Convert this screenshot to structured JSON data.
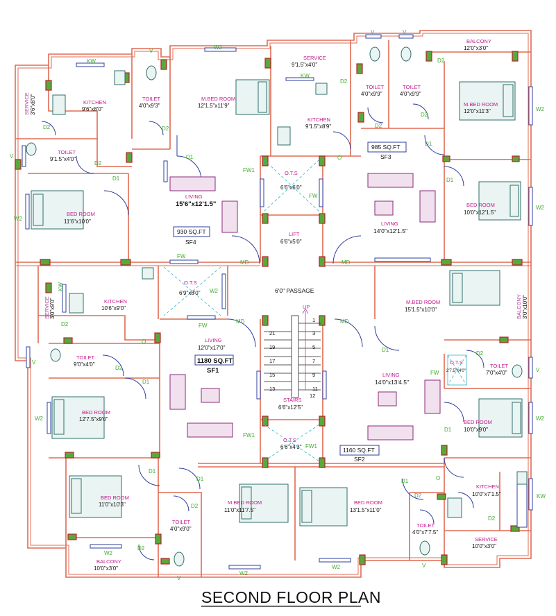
{
  "title": "SECOND FLOOR PLAN",
  "colors": {
    "wall": "#e06b53",
    "column": "#5aa83a",
    "window": "#2d3f9c",
    "room_label": "#c2188f",
    "opening_label": "#3fae2c",
    "ots": "#33b5c8"
  },
  "rooms": {
    "kw_top_left": "KW",
    "service_sf4": "SERVICE",
    "service_sf4_dim": "3'6\"x8'0\"",
    "kitchen_sf4": "KITCHEN",
    "kitchen_sf4_dim": "9'6\"x8'0\"",
    "toilet_sf4_a": "TOILET",
    "toilet_sf4_a_dim": "9'1.5\"x4'0\"",
    "toilet_sf4_b": "TOILET",
    "toilet_sf4_b_dim": "4'0\"x9'3\"",
    "mbed_sf4": "M.BED ROOM",
    "mbed_sf4_dim": "12'1.5\"x11'9\"",
    "bed_sf4": "BED ROOM",
    "bed_sf4_dim": "11'6\"x10'0\"",
    "living_sf4": "LIVING",
    "living_sf4_dim": "15'6\"x12'1.5\"",
    "service_top": "SERVICE",
    "service_top_dim": "9'1.5\"x4'0\"",
    "kitchen_top": "KITCHEN",
    "kitchen_top_dim": "9'1.5\"x8'9\"",
    "kw_top_mid": "KW",
    "ots_top": "O.T.S",
    "ots_top_dim": "6'6\"x6'0\"",
    "lift": "LIFT",
    "lift_dim": "6'6\"x5'0\"",
    "toilet_sf3_a": "TOILET",
    "toilet_sf3_a_dim": "4'0\"x9'9\"",
    "toilet_sf3_b": "TOILET",
    "toilet_sf3_b_dim": "4'0\"x9'9\"",
    "balcony_sf3": "BALCONY",
    "balcony_sf3_dim": "12'0\"x3'0\"",
    "mbed_sf3": "M.BED ROOM",
    "mbed_sf3_dim": "12'0\"x11'3\"",
    "bed_sf3": "BED ROOM",
    "bed_sf3_dim": "10'0\"x12'1.5\"",
    "living_sf3": "LIVING",
    "living_sf3_dim": "14'0\"x12'1.5\"",
    "passage": "6'0\" PASSAGE",
    "service_sf1": "SERVICE",
    "service_sf1_dim": "3'0\"x9'0\"",
    "kitchen_sf1": "KITCHEN",
    "kitchen_sf1_dim": "10'6\"x9'0\"",
    "ots_sf1": "O.T.S",
    "ots_sf1_dim": "6'9\"x8'0\"",
    "toilet_sf1": "TOILET",
    "toilet_sf1_dim": "9'0\"x4'0\"",
    "living_sf1": "LIVING",
    "living_sf1_dim": "12'0\"x17'0\"",
    "bed_sf1_a": "BED ROOM",
    "bed_sf1_a_dim": "12'7.5\"x9'0\"",
    "bed_sf1_b": "BED ROOM",
    "bed_sf1_b_dim": "11'0\"x10'3\"",
    "balcony_sf1": "BALCONY",
    "balcony_sf1_dim": "10'0\"x3'0\"",
    "toilet_sf1_b": "TOILET",
    "toilet_sf1_b_dim": "4'0\"x9'0\"",
    "mbed_sf1": "M.BED ROOM",
    "mbed_sf1_dim": "11'0\"x11'7.5\"",
    "stairs": "STAIRS",
    "stairs_dim": "6'6\"x12'5\"",
    "up": "UP",
    "ots_bottom": "O.T.S",
    "ots_bottom_dim": "6'6\"x4'3\"",
    "mbed_sf2": "M.BED ROOM",
    "mbed_sf2_dim": "15'1.5\"x10'0\"",
    "balcony_sf2": "BALCONY",
    "balcony_sf2_dim": "3'0\"x10'0\"",
    "ots_sf2": "O.T.S",
    "ots_sf2_dim": "2'7.5\"x4'0\"",
    "toilet_sf2_a": "TOILET",
    "toilet_sf2_a_dim": "7'0\"x4'0\"",
    "living_sf2": "LIVING",
    "living_sf2_dim": "14'0\"x13'4.5\"",
    "bed_sf2": "BED ROOM",
    "bed_sf2_dim": "10'0\"x9'0\"",
    "kitchen_sf2": "KITCHEN",
    "kitchen_sf2_dim": "10'0\"x7'1.5\"",
    "kw_sf2": "KW",
    "service_sf2": "SERVICE",
    "service_sf2_dim": "10'0\"x3'0\"",
    "toilet_sf2_b": "TOILET",
    "toilet_sf2_b_dim": "4'0\"x7'7.5\"",
    "bed_sf2_b": "BED ROOM",
    "bed_sf2_b_dim": "13'1.5\"x11'0\""
  },
  "flats": {
    "sf4_area": "930 SQ.FT",
    "sf4": "SF4",
    "sf3_area": "985 SQ.FT",
    "sf3": "SF3",
    "sf1_area": "1180 SQ.FT",
    "sf1": "SF1",
    "sf2_area": "1160 SQ.FT",
    "sf2": "SF2"
  },
  "stair_numbers": [
    "1",
    "3",
    "5",
    "7",
    "9",
    "11",
    "12",
    "13",
    "15",
    "17",
    "19",
    "21"
  ],
  "openings": {
    "w2": "W2",
    "v": "V",
    "d1": "D1",
    "d2": "D2",
    "o": "O",
    "fw": "FW",
    "fw1": "FW1",
    "md": "MD",
    "kw": "KW"
  }
}
